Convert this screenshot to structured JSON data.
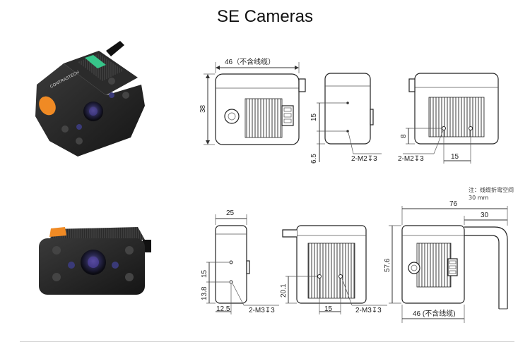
{
  "title": "SE Cameras",
  "brand": "CONTRASTECH",
  "top": {
    "front": {
      "width": "46（不含线缆）",
      "height": "38"
    },
    "side": {
      "h1": "15",
      "h2": "6.5",
      "thread": "2-M2↧3"
    },
    "back": {
      "h1": "8",
      "w1": "15",
      "thread": "2-M2↧3"
    }
  },
  "bottom": {
    "note_line1": "注：线缆折弯空间",
    "note_line2": "30 mm",
    "side": {
      "width": "25",
      "h1": "15",
      "h2": "13.8",
      "w1": "12.5",
      "thread": "2-M3↧3"
    },
    "back": {
      "h1": "20.1",
      "w1": "15",
      "thread": "2-M3↧3"
    },
    "front": {
      "total": "76",
      "cable": "30",
      "height": "57.6",
      "width": "46 (不含线缆)"
    }
  }
}
